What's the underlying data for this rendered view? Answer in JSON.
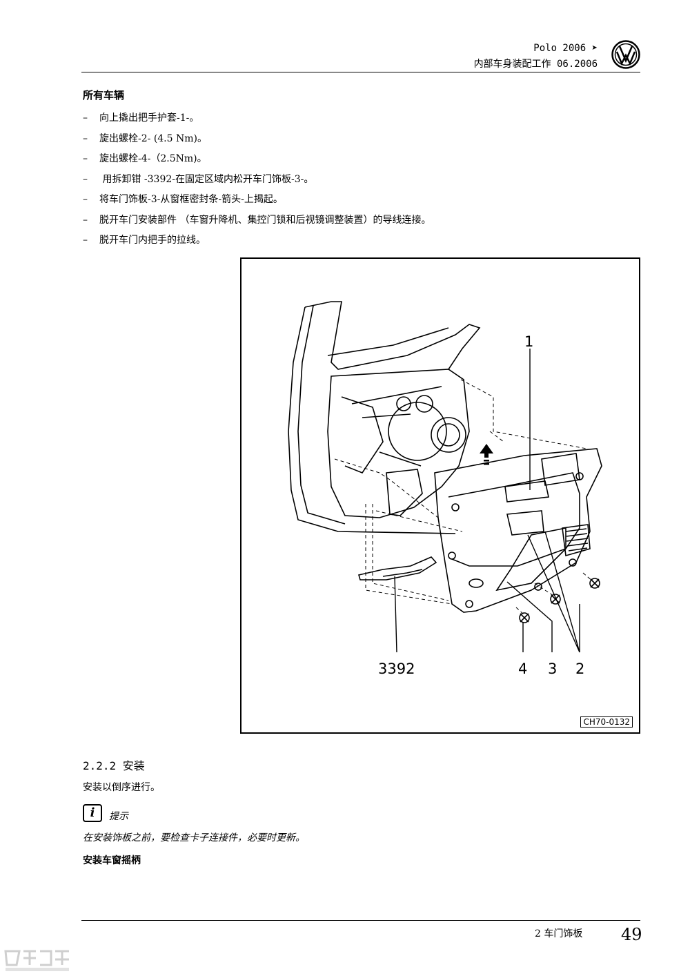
{
  "header": {
    "model": "Polo 2006 ➤",
    "section": "内部车身装配工作 06.2006"
  },
  "removal": {
    "heading": "所有车辆",
    "steps": [
      "向上撬出把手护套-1-。",
      "旋出螺栓-2- (4.5 Nm)。",
      "旋出螺栓-4-（2.5Nm)。",
      " 用拆卸钳 -3392-在固定区域内松开车门饰板-3-。",
      "将车门饰板-3-从窗框密封条-箭头-上揭起。",
      "脱开车门安装部件 （车窗升降机、集控门锁和后视镜调整装置）的导线连接。",
      "脱开车门内把手的拉线。"
    ],
    "dash": "–"
  },
  "figure": {
    "labels": {
      "l1": "1",
      "l3392": "3392",
      "l4": "4",
      "l3": "3",
      "l2": "2"
    },
    "code": "CH70-0132"
  },
  "install": {
    "heading": "2.2.2 安装",
    "text": "安装以倒序进行。",
    "note_icon": "i",
    "note_title": "提示",
    "note_text": "在安装饰板之前，要检查卡子连接件，必要时更新。",
    "subheading": "安装车窗摇柄"
  },
  "footer": {
    "chapter": "2   车门饰板",
    "page": "49"
  },
  "icons": {
    "brand": "vw-logo-icon",
    "note": "info-icon",
    "watermark": "xcar-watermark-icon"
  }
}
